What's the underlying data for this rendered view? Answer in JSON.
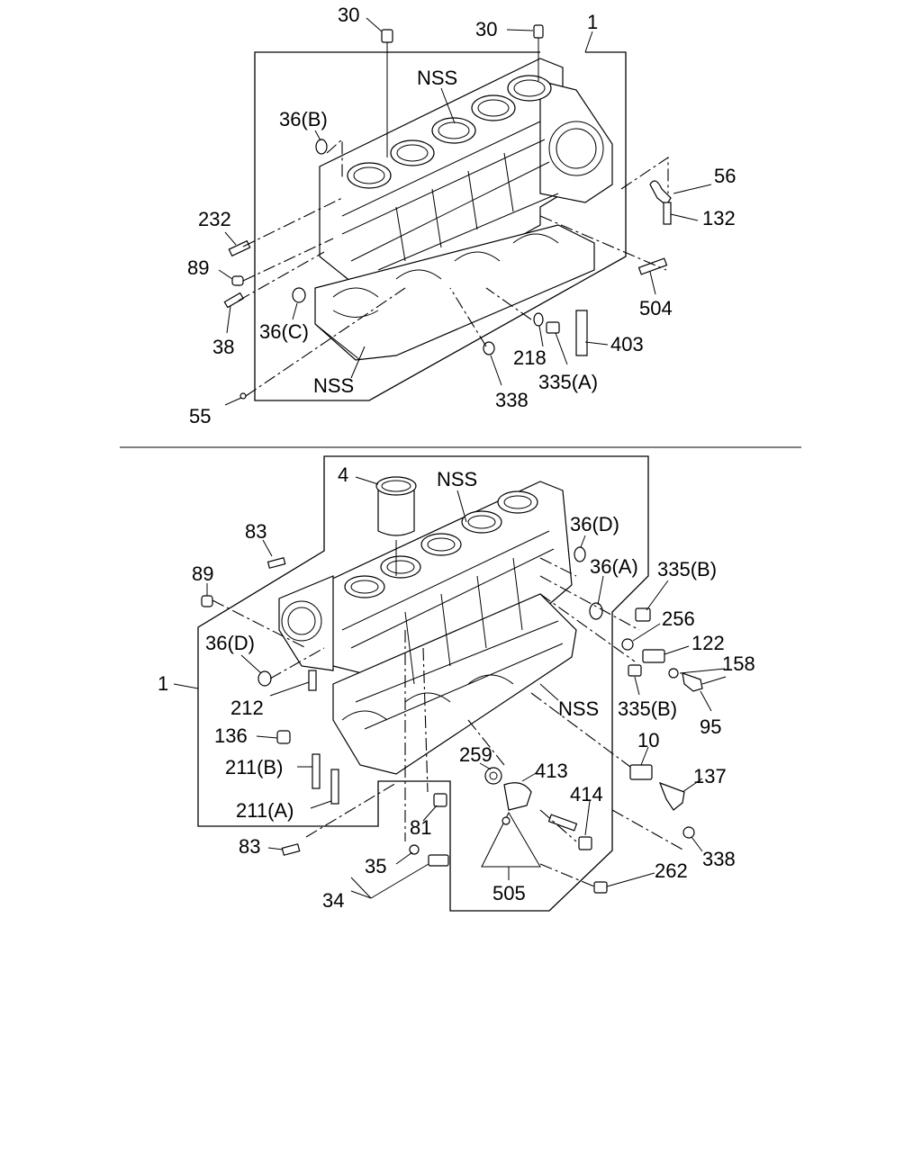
{
  "top_view": {
    "labels": {
      "l30a": "30",
      "l30b": "30",
      "l1": "1",
      "lnss1": "NSS",
      "l36b": "36(B)",
      "l56": "56",
      "l232": "232",
      "l132": "132",
      "l89": "89",
      "l504": "504",
      "l36c": "36(C)",
      "l38": "38",
      "l218": "218",
      "l403": "403",
      "l335a": "335(A)",
      "lnss2": "NSS",
      "l338": "338",
      "l55": "55"
    }
  },
  "bottom_view": {
    "labels": {
      "l4": "4",
      "lnss3": "NSS",
      "l83a": "83",
      "l36d1": "36(D)",
      "l89": "89",
      "l36a": "36(A)",
      "l335b1": "335(B)",
      "l256": "256",
      "l36d2": "36(D)",
      "l122": "122",
      "l158": "158",
      "l1": "1",
      "l212": "212",
      "l335b2": "335(B)",
      "lnss4": "NSS",
      "l95": "95",
      "l136": "136",
      "l10": "10",
      "l259": "259",
      "l413": "413",
      "l137": "137",
      "l211b": "211(B)",
      "l414": "414",
      "l211a": "211(A)",
      "l81": "81",
      "l338": "338",
      "l262": "262",
      "l83b": "83",
      "l35": "35",
      "l34": "34",
      "l505": "505"
    }
  }
}
